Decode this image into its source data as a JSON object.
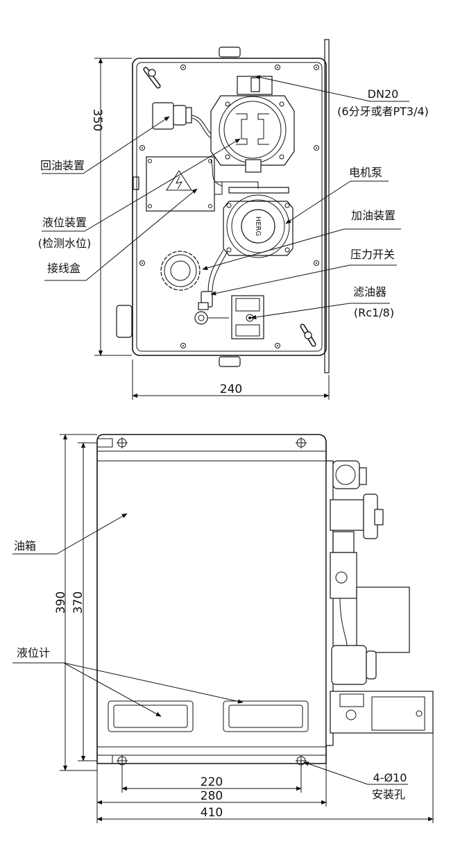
{
  "top_view": {
    "labels": {
      "dn20": "DN20",
      "thread": "(6分牙或者PT3/4)",
      "return_oil": "回油装置",
      "motor_pump": "电机泵",
      "level_device": "液位装置",
      "level_device_sub": "(检测水位)",
      "refuel": "加油装置",
      "junction_box": "接线盒",
      "pressure_switch": "压力开关",
      "oil_filter": "滤油器",
      "oil_filter_sub": "(Rc1/8)",
      "pump_brand": "HERG"
    },
    "dims": {
      "height": "350",
      "width": "240"
    }
  },
  "front_view": {
    "labels": {
      "tank": "油箱",
      "level_gauge": "液位计",
      "holes": "4-Ø10",
      "holes_sub": "安装孔"
    },
    "dims": {
      "outer_h": "390",
      "inner_h": "370",
      "hole_span": "220",
      "span_280": "280",
      "total": "410"
    }
  }
}
